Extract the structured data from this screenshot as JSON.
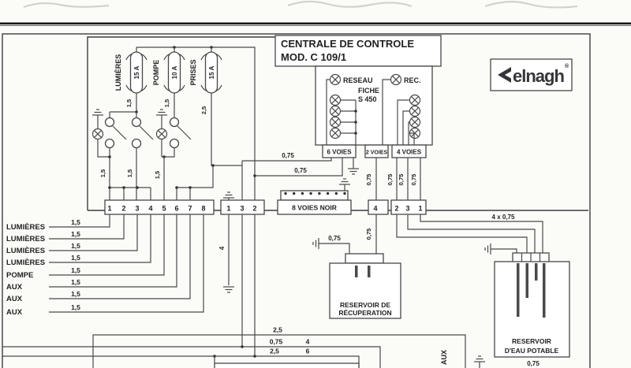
{
  "brand": {
    "logo": "elnagh",
    "registered": "®"
  },
  "title": {
    "line1": "CENTRALE DE CONTROLE",
    "line2": "MOD. C 109/1"
  },
  "panel": {
    "reseau": "RESEAU",
    "rec": "REC.",
    "fiche1": "FICHE",
    "fiche2": "S 450",
    "voies6": "6 VOIES",
    "voies2": "2 VOIES",
    "voies4": "4 VOIES",
    "voies8": "8 VOIES NOIR"
  },
  "fuses": [
    {
      "name": "LUMIÈRES",
      "rating": "15 A"
    },
    {
      "name": "POMPE",
      "rating": "10 A"
    },
    {
      "name": "PRISES",
      "rating": "15 A"
    }
  ],
  "blocks": {
    "b8": [
      "1",
      "2",
      "3",
      "4",
      "5",
      "6",
      "7",
      "8"
    ],
    "b132": [
      "1",
      "3",
      "2"
    ],
    "b4": "4",
    "b231": [
      "2",
      "3",
      "1"
    ]
  },
  "circuits": [
    {
      "label": "LUMIÈRES",
      "gauge": "1,5"
    },
    {
      "label": "LUMIÈRES",
      "gauge": "1,5"
    },
    {
      "label": "LUMIÈRES",
      "gauge": "1,5"
    },
    {
      "label": "LUMIÈRES",
      "gauge": "1,5"
    },
    {
      "label": "POMPE",
      "gauge": "1,5"
    },
    {
      "label": "AUX",
      "gauge": "1,5"
    },
    {
      "label": "AUX",
      "gauge": "1,5"
    },
    {
      "label": "AUX",
      "gauge": "1,5"
    }
  ],
  "gauges": {
    "g075": "0,75",
    "g15": "1,5",
    "g25": "2,5",
    "g4": "4",
    "g6": "6",
    "bundle": "4 x 0,75"
  },
  "reservoirs": {
    "recuperation": {
      "line1": "RESERVOIR DE",
      "line2": "RÉCUPERATION"
    },
    "potable": {
      "line1": "RESERVOIR",
      "line2": "D'EAU POTABLE"
    }
  },
  "bottom": {
    "aux_label": "AUX"
  }
}
